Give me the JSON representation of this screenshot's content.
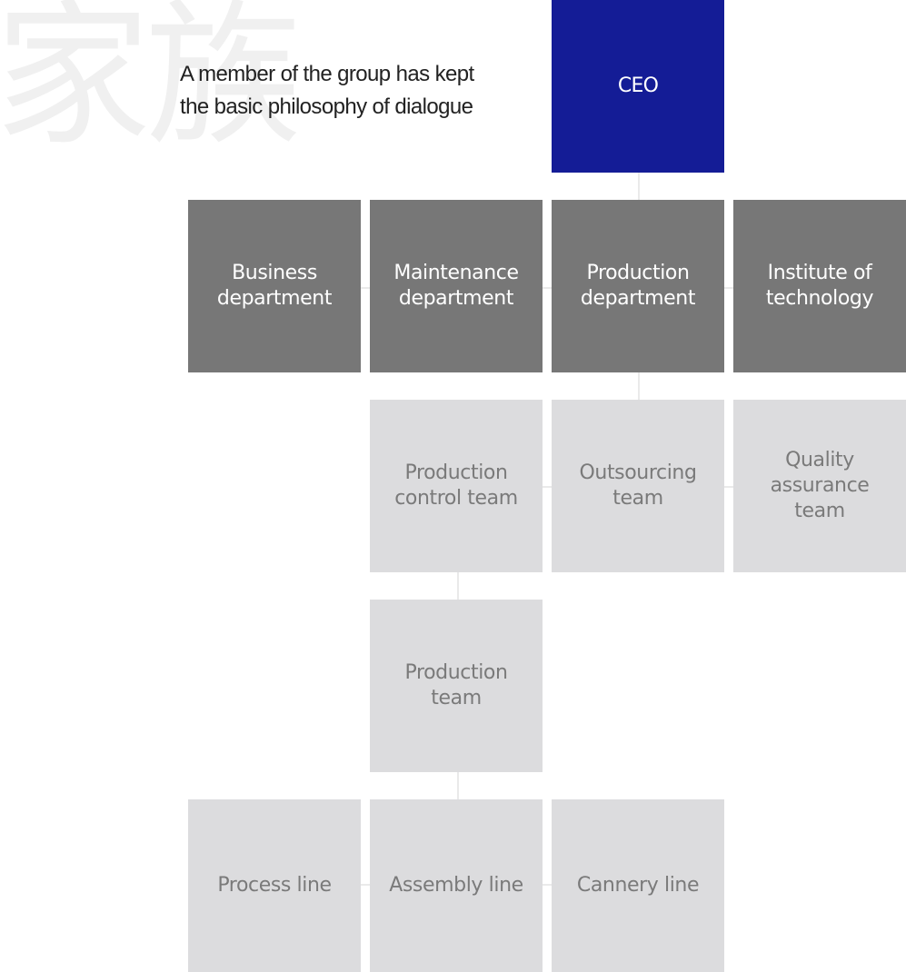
{
  "watermark": "家族",
  "intro": {
    "line1": "A member of the group has kept",
    "line2": "the basic philosophy of dialogue"
  },
  "colors": {
    "ceo": "#141c96",
    "department": "#777777",
    "team": "#dcdcde",
    "team_text": "#7a7a7a",
    "connector": "#e3e3e3"
  },
  "org": {
    "ceo": "CEO",
    "departments": [
      {
        "line1": "Business",
        "line2": "department"
      },
      {
        "line1": "Maintenance",
        "line2": "department"
      },
      {
        "line1": "Production",
        "line2": "department"
      },
      {
        "line1": "Institute of",
        "line2": "technology"
      }
    ],
    "teams": [
      {
        "line1": "Production",
        "line2": "control team"
      },
      {
        "line1": "Outsourcing",
        "line2": "team"
      },
      {
        "line1": "Quality",
        "line2": "assurance",
        "line3": "team"
      }
    ],
    "production_team": {
      "line1": "Production",
      "line2": "team"
    },
    "lines": [
      "Process line",
      "Assembly line",
      "Cannery line"
    ]
  }
}
